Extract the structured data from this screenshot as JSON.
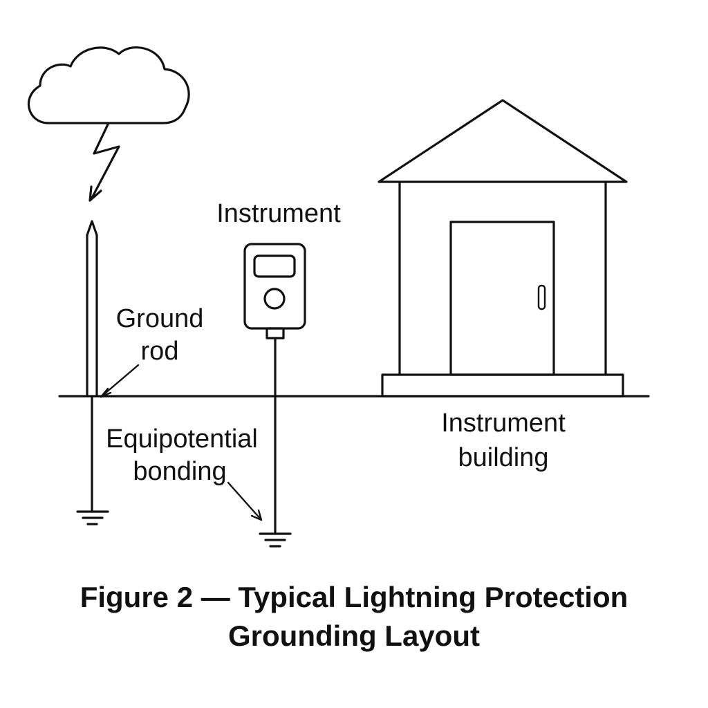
{
  "labels": {
    "instrument": "Instrument",
    "ground_rod_line1": "Ground",
    "ground_rod_line2": "rod",
    "equipotential_line1": "Equipotential",
    "equipotential_line2": "bonding",
    "building_line1": "Instrument",
    "building_line2": "building"
  },
  "caption": {
    "line1": "Figure 2 — Typical Lightning Protection",
    "line2": "Grounding Layout"
  },
  "icons": {
    "cloud": "cloud-icon",
    "lightning": "lightning-bolt-icon",
    "ground_symbol": "earth-ground-icon"
  },
  "colors": {
    "stroke": "#111111",
    "background": "#ffffff"
  }
}
